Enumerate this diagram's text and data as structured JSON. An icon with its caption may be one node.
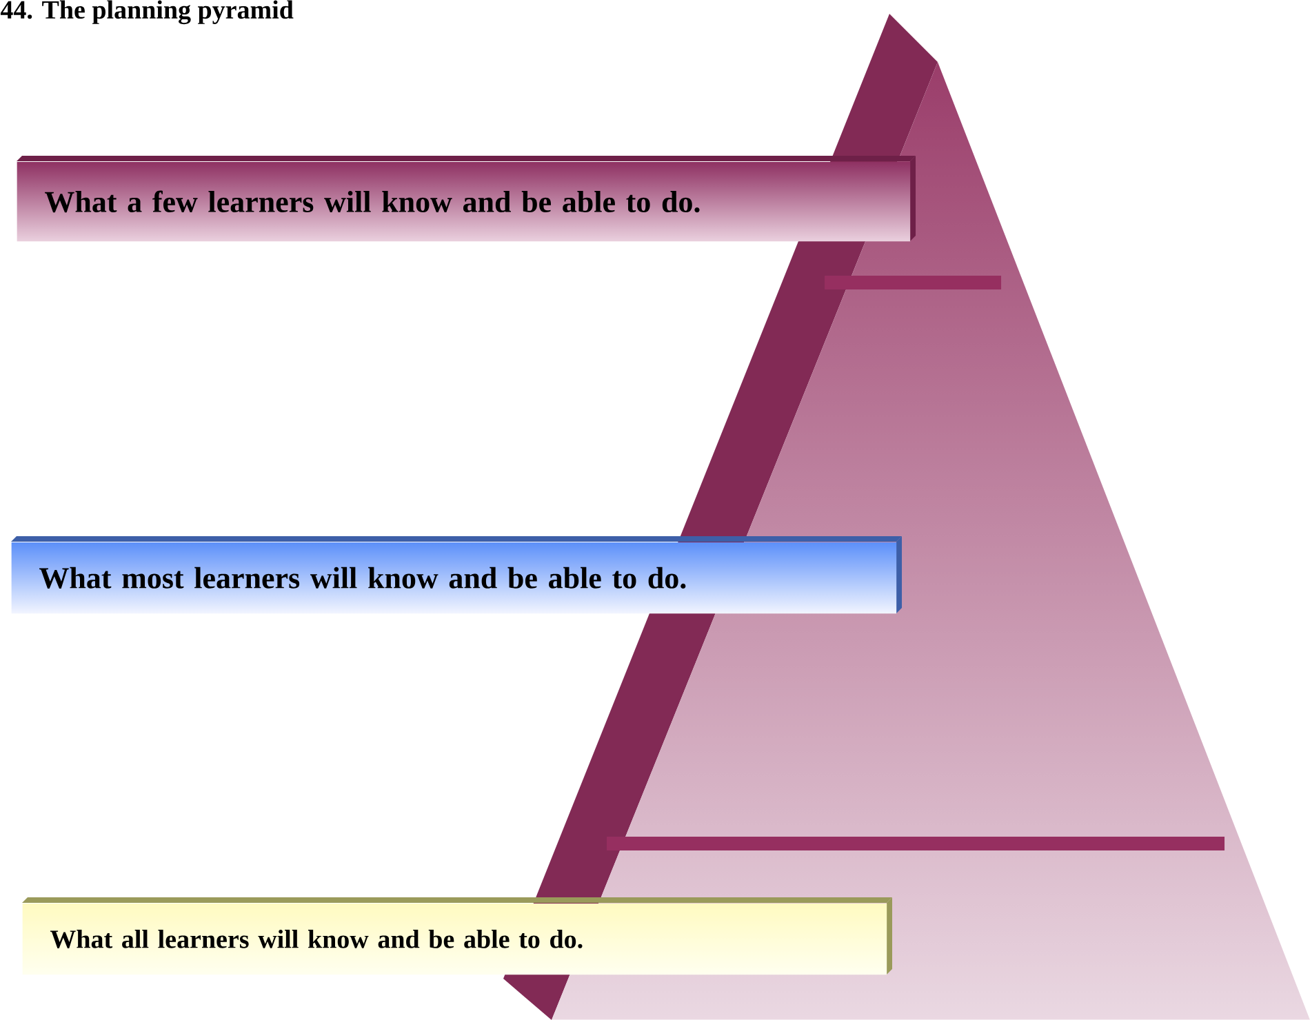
{
  "diagram": {
    "title": "44.  The planning pyramid",
    "nodes": [
      {
        "text": [
          "What a few learners will know and be able to do."
        ]
      },
      {
        "text": [
          "What most learners will know and be able to do."
        ]
      },
      {
        "text": [
          "What all learners will know and be able to do."
        ]
      }
    ]
  }
}
